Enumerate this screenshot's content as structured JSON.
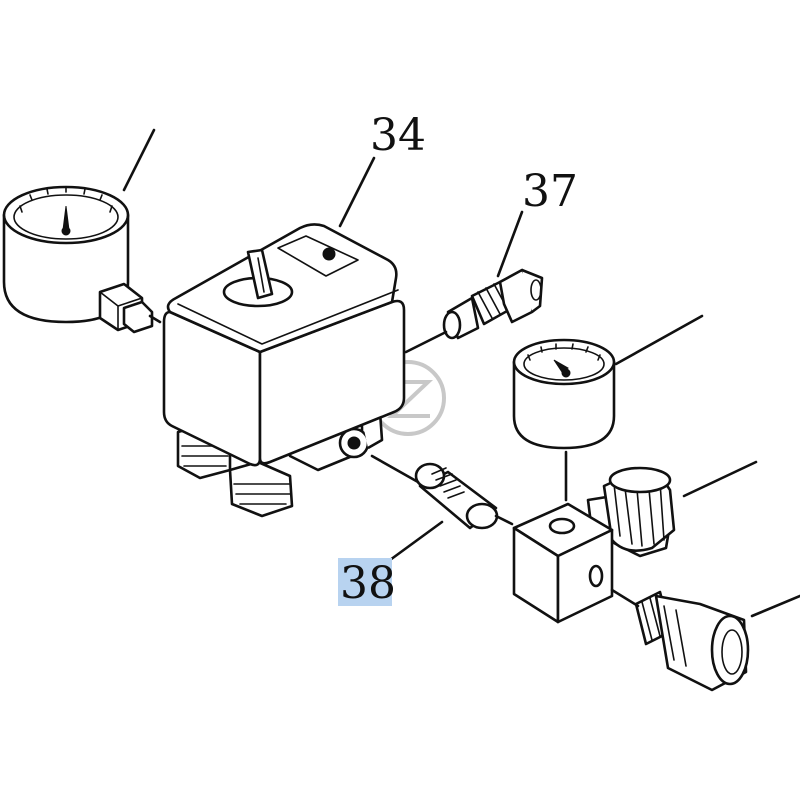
{
  "callouts": {
    "part_34": "34",
    "part_37": "37",
    "part_38": "38"
  },
  "highlight_color": "#b8d3f0",
  "line_color": "#111111"
}
